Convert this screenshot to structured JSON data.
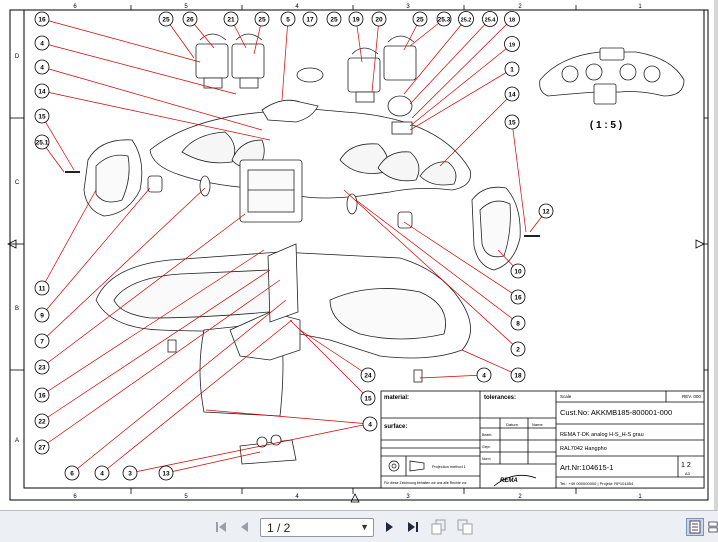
{
  "drawing": {
    "zone_cols_top": [
      "6",
      "5",
      "4",
      "3",
      "2",
      "1"
    ],
    "zone_cols_bottom": [
      "6",
      "5",
      "4",
      "3",
      "2",
      "1"
    ],
    "zone_rows": [
      "D",
      "C",
      "B",
      "A"
    ],
    "scale_label": "( 1 : 5 )",
    "callouts": [
      "16",
      "25",
      "26",
      "21",
      "25",
      "5",
      "17",
      "25",
      "19",
      "20",
      "25",
      "25.3",
      "25.2",
      "25.4",
      "18",
      "4",
      "4",
      "14",
      "15",
      "25.1",
      "19",
      "1",
      "14",
      "15",
      "12",
      "11",
      "9",
      "7",
      "23",
      "16",
      "22",
      "27",
      "6",
      "4",
      "3",
      "13",
      "10",
      "16",
      "8",
      "2",
      "18",
      "24",
      "15",
      "4"
    ]
  },
  "title_block": {
    "material_label": "material:",
    "tolerances_label": "tolerances:",
    "surface_label": "surface:",
    "scale_label": "Scale",
    "rev_label": "REV. 000",
    "cust_no": "Cust.No:  AKKMB185-800001-000",
    "description_1": "REMA T-DK analog H-S_H-S grau",
    "description_2": "RAL7042 Hangpho",
    "art_no": "Art.Nr:104615-1",
    "sheet": "1  2",
    "sheet_sub": "A3",
    "company": "REMA",
    "projection_text": "Projection method 1",
    "footer_left": "Für diese Zeichnung behalten wir uns alle Rechte vor",
    "footer_right": "Tel.: +49 000000000  |  Projekt: RP101854",
    "rows": [
      "Datum",
      "Name",
      "Bearb.",
      "Gepr.",
      "Norm"
    ]
  },
  "toolbar": {
    "page_indicator": "1 / 2"
  }
}
